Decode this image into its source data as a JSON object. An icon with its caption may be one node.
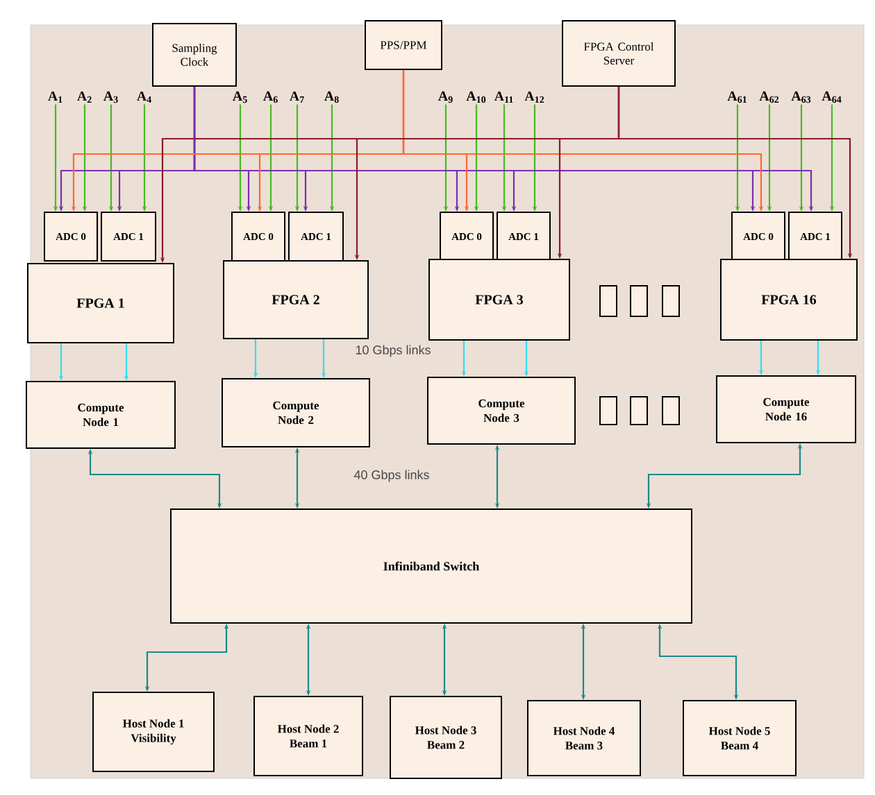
{
  "diagram": {
    "nodes": [
      {
        "text": [
          "Sampling Clock"
        ]
      },
      {
        "text": [
          "PPS/PPM"
        ]
      },
      {
        "text": [
          "FPGA Control Server"
        ]
      },
      {
        "text": [
          "A$_{1}$"
        ]
      },
      {
        "text": [
          "A$_{2}$"
        ]
      },
      {
        "text": [
          "A$_{3}$"
        ]
      },
      {
        "text": [
          "A$_{4}$"
        ]
      },
      {
        "text": [
          "A$_{5}$"
        ]
      },
      {
        "text": [
          "A$_{6}$"
        ]
      },
      {
        "text": [
          "A$_{7}$"
        ]
      },
      {
        "text": [
          "A$_{8}$"
        ]
      },
      {
        "text": [
          "A$_{9}$"
        ]
      },
      {
        "text": [
          "A$_{10}$"
        ]
      },
      {
        "text": [
          "A$_{11}$"
        ]
      },
      {
        "text": [
          "A$_{12}$"
        ]
      },
      {
        "text": [
          "A$_{61}$"
        ]
      },
      {
        "text": [
          "A$_{62}$"
        ]
      },
      {
        "text": [
          "A$_{63}$"
        ]
      },
      {
        "text": [
          "A$_{64}$"
        ]
      },
      {
        "text": [
          "ADC 0"
        ]
      },
      {
        "text": [
          "ADC 1"
        ]
      },
      {
        "text": [
          "ADC 0"
        ]
      },
      {
        "text": [
          "ADC 1"
        ]
      },
      {
        "text": [
          "ADC 0"
        ]
      },
      {
        "text": [
          "ADC 1"
        ]
      },
      {
        "text": [
          "ADC 0"
        ]
      },
      {
        "text": [
          "ADC 1"
        ]
      },
      {
        "text": [
          "FPGA 1"
        ]
      },
      {
        "text": [
          "FPGA 2"
        ]
      },
      {
        "text": [
          "FPGA 3"
        ]
      },
      {
        "text": [
          "FPGA 16"
        ]
      },
      {
        "text": [],
        "shape": "box"
      },
      {
        "text": [],
        "shape": "box"
      },
      {
        "text": [],
        "shape": "box"
      },
      {
        "text": [
          "Compute Node 1"
        ]
      },
      {
        "text": [
          "Compute Node 2"
        ]
      },
      {
        "text": [
          "Compute Node 3"
        ]
      },
      {
        "text": [
          "Compute Node 16"
        ]
      },
      {
        "text": [],
        "shape": "box"
      },
      {
        "text": [],
        "shape": "box"
      },
      {
        "text": [],
        "shape": "box"
      },
      {
        "text": [
          "Infiniband Switch"
        ]
      },
      {
        "text": [
          "Host Node 1",
          "Visibility"
        ]
      },
      {
        "text": [
          "Host Node 2",
          "Beam 1"
        ]
      },
      {
        "text": [
          "Host Node 3",
          "Beam 2"
        ]
      },
      {
        "text": [
          "Host Node 4",
          "Beam 3"
        ]
      },
      {
        "text": [
          "Host Node 5",
          "Beam 4"
        ]
      }
    ],
    "edges": [
      {
        "from": 3,
        "to": 19,
        "arrow": "to",
        "color": "#44bb22"
      },
      {
        "from": 4,
        "to": 19,
        "arrow": "to",
        "color": "#44bb22"
      },
      {
        "from": 5,
        "to": 20,
        "arrow": "to",
        "color": "#44bb22"
      },
      {
        "from": 6,
        "to": 20,
        "arrow": "to",
        "color": "#44bb22"
      },
      {
        "from": 7,
        "to": 21,
        "arrow": "to",
        "color": "#44bb22"
      },
      {
        "from": 8,
        "to": 21,
        "arrow": "to",
        "color": "#44bb22"
      },
      {
        "from": 9,
        "to": 22,
        "arrow": "to",
        "color": "#44bb22"
      },
      {
        "from": 10,
        "to": 22,
        "arrow": "to",
        "color": "#44bb22"
      },
      {
        "from": 11,
        "to": 23,
        "arrow": "to",
        "color": "#44bb22"
      },
      {
        "from": 12,
        "to": 23,
        "arrow": "to",
        "color": "#44bb22"
      },
      {
        "from": 13,
        "to": 24,
        "arrow": "to",
        "color": "#44bb22"
      },
      {
        "from": 14,
        "to": 24,
        "arrow": "to",
        "color": "#44bb22"
      },
      {
        "from": 15,
        "to": 25,
        "arrow": "to",
        "color": "#44bb22"
      },
      {
        "from": 16,
        "to": 25,
        "arrow": "to",
        "color": "#44bb22"
      },
      {
        "from": 17,
        "to": 26,
        "arrow": "to",
        "color": "#44bb22"
      },
      {
        "from": 18,
        "to": 26,
        "arrow": "to",
        "color": "#44bb22"
      },
      {
        "from": 0,
        "to": 19,
        "arrow": "to",
        "color": "#7a2fb0"
      },
      {
        "from": 0,
        "to": 20,
        "arrow": "to",
        "color": "#7a2fb0"
      },
      {
        "from": 0,
        "to": 21,
        "arrow": "to",
        "color": "#7a2fb0"
      },
      {
        "from": 0,
        "to": 22,
        "arrow": "to",
        "color": "#7a2fb0"
      },
      {
        "from": 0,
        "to": 23,
        "arrow": "to",
        "color": "#7a2fb0"
      },
      {
        "from": 0,
        "to": 24,
        "arrow": "to",
        "color": "#7a2fb0"
      },
      {
        "from": 0,
        "to": 25,
        "arrow": "to",
        "color": "#7a2fb0"
      },
      {
        "from": 0,
        "to": 26,
        "arrow": "to",
        "color": "#7a2fb0"
      },
      {
        "from": 1,
        "to": 19,
        "arrow": "to",
        "color": "#ff6633"
      },
      {
        "from": 1,
        "to": 21,
        "arrow": "to",
        "color": "#ff6633"
      },
      {
        "from": 1,
        "to": 23,
        "arrow": "to",
        "color": "#ff6633"
      },
      {
        "from": 1,
        "to": 25,
        "arrow": "to",
        "color": "#ff6633"
      },
      {
        "from": 2,
        "to": 27,
        "arrow": "to",
        "color": "#8b1a2b"
      },
      {
        "from": 2,
        "to": 28,
        "arrow": "to",
        "color": "#8b1a2b"
      },
      {
        "from": 2,
        "to": 29,
        "arrow": "to",
        "color": "#8b1a2b"
      },
      {
        "from": 2,
        "to": 30,
        "arrow": "to",
        "color": "#8b1a2b"
      },
      {
        "from": 27,
        "to": 34,
        "arrow": "to",
        "color": "#33ddee"
      },
      {
        "from": 27,
        "to": 34,
        "arrow": "to",
        "color": "#33ddee"
      },
      {
        "from": 28,
        "to": 35,
        "arrow": "to",
        "color": "#33ddee"
      },
      {
        "from": 28,
        "to": 35,
        "arrow": "to",
        "color": "#33ddee"
      },
      {
        "from": 29,
        "to": 36,
        "arrow": "to",
        "color": "#33ddee"
      },
      {
        "from": 29,
        "to": 36,
        "arrow": "to",
        "color": "#33ddee"
      },
      {
        "from": 30,
        "to": 37,
        "arrow": "to",
        "color": "#33ddee"
      },
      {
        "from": 30,
        "to": 37,
        "arrow": "to",
        "color": "#33ddee"
      },
      {
        "from": 34,
        "to": 41,
        "arrow": "both",
        "color": "#1a8a8a"
      },
      {
        "from": 35,
        "to": 41,
        "arrow": "both",
        "color": "#1a8a8a"
      },
      {
        "from": 36,
        "to": 41,
        "arrow": "both",
        "color": "#1a8a8a"
      },
      {
        "from": 37,
        "to": 41,
        "arrow": "both",
        "color": "#1a8a8a"
      },
      {
        "from": 41,
        "to": 42,
        "arrow": "both",
        "color": "#1a8a8a"
      },
      {
        "from": 41,
        "to": 43,
        "arrow": "both",
        "color": "#1a8a8a"
      },
      {
        "from": 41,
        "to": 44,
        "arrow": "both",
        "color": "#1a8a8a"
      },
      {
        "from": 41,
        "to": 45,
        "arrow": "both",
        "color": "#1a8a8a"
      },
      {
        "from": 41,
        "to": 46,
        "arrow": "both",
        "color": "#1a8a8a"
      }
    ],
    "labels": [
      "10 Gbps links",
      "40 Gbps links"
    ]
  }
}
